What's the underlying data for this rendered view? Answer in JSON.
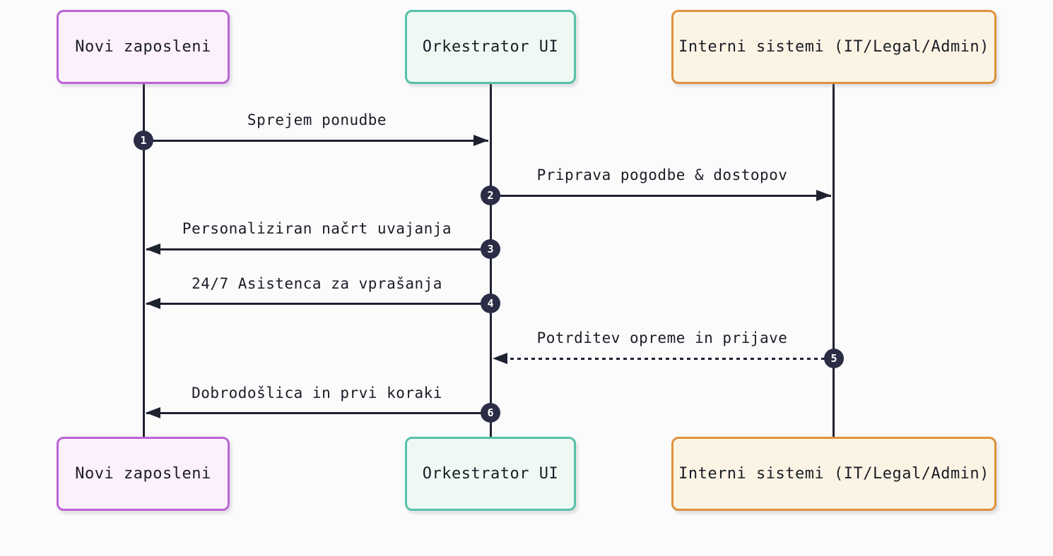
{
  "diagram": {
    "type": "sequence-diagram",
    "actors": [
      {
        "id": "novi-zaposleni",
        "label": "Novi zaposleni",
        "border_color": "#bb63d2",
        "fill_color": "#fbf0fc"
      },
      {
        "id": "orkestrator-ui",
        "label": "Orkestrator UI",
        "border_color": "#56c1a7",
        "fill_color": "#eef9f4"
      },
      {
        "id": "interni-sistemi",
        "label": "Interni sistemi (IT/Legal/Admin)",
        "border_color": "#de923c",
        "fill_color": "#fbf4e4"
      }
    ],
    "messages": [
      {
        "seq": "1",
        "label": "Sprejem ponudbe",
        "from": "novi-zaposleni",
        "to": "orkestrator-ui",
        "line_style": "solid"
      },
      {
        "seq": "2",
        "label": "Priprava pogodbe & dostopov",
        "from": "orkestrator-ui",
        "to": "interni-sistemi",
        "line_style": "solid"
      },
      {
        "seq": "3",
        "label": "Personaliziran načrt uvajanja",
        "from": "orkestrator-ui",
        "to": "novi-zaposleni",
        "line_style": "solid"
      },
      {
        "seq": "4",
        "label": "24/7 Asistenca za vprašanja",
        "from": "orkestrator-ui",
        "to": "novi-zaposleni",
        "line_style": "solid"
      },
      {
        "seq": "5",
        "label": "Potrditev opreme in prijave",
        "from": "interni-sistemi",
        "to": "orkestrator-ui",
        "line_style": "dotted"
      },
      {
        "seq": "6",
        "label": "Dobrodošlica in prvi koraki",
        "from": "orkestrator-ui",
        "to": "novi-zaposleni",
        "line_style": "solid"
      }
    ],
    "colors": {
      "background": "#fbfbfc",
      "lifeline": "#1e2130",
      "sequence_circle": "#2a2d45",
      "text": "#1b1c26"
    }
  }
}
